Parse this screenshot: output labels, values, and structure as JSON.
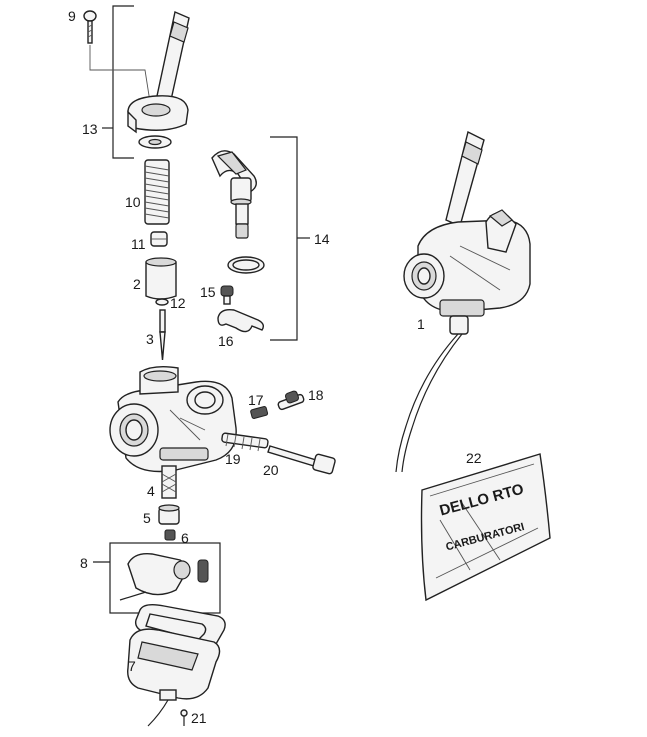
{
  "callouts": {
    "p1": "1",
    "p2": "2",
    "p3": "3",
    "p4": "4",
    "p5": "5",
    "p6": "6",
    "p7": "7",
    "p8": "8",
    "p9": "9",
    "p10": "10",
    "p11": "11",
    "p12": "12",
    "p13": "13",
    "p14": "14",
    "p15": "15",
    "p16": "16",
    "p17": "17",
    "p18": "18",
    "p19": "19",
    "p20": "20",
    "p21": "21",
    "p22": "22"
  },
  "kit_bag": {
    "brand_text": "DELLO RTO",
    "product_text": "CARBURATORI"
  },
  "colors": {
    "line": "#222222",
    "background": "#ffffff",
    "part_fill": "#f4f4f4"
  }
}
